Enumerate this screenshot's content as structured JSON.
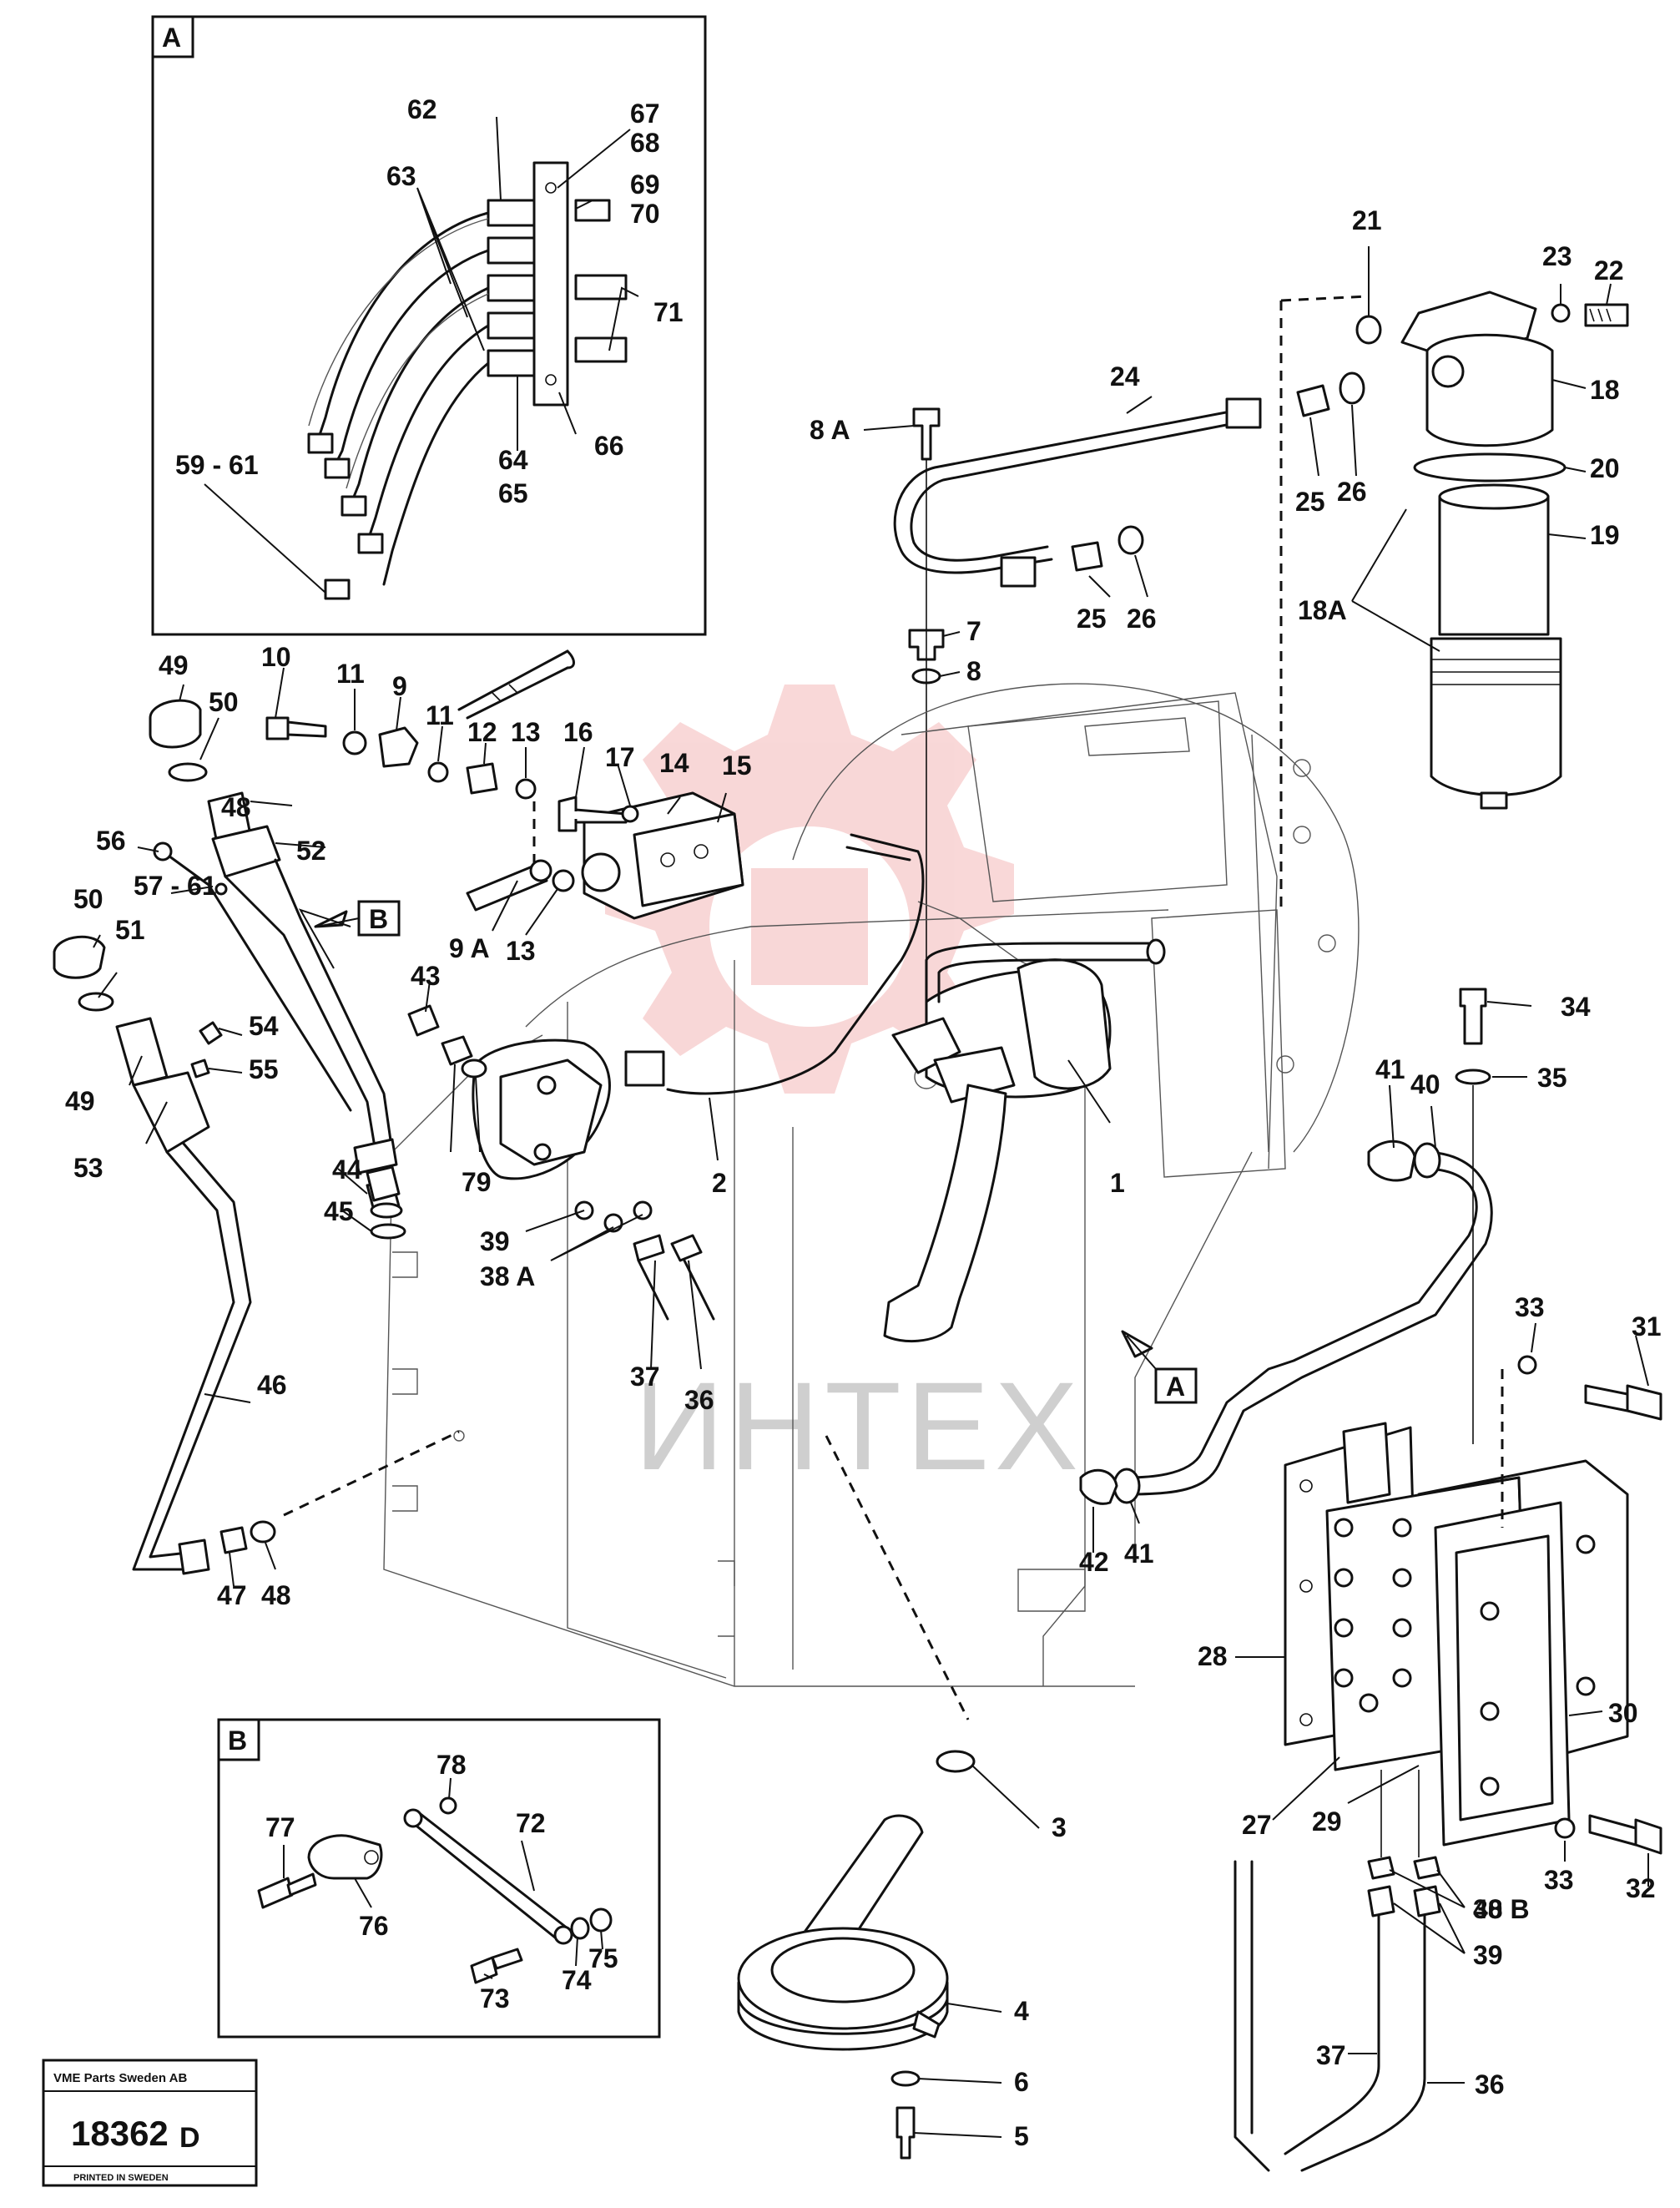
{
  "watermark": {
    "text": "ИНТЕХ",
    "color": "#d9d9d9",
    "logo_color": "#f4b8b8"
  },
  "stamp": {
    "company": "VME Parts Sweden AB",
    "number": "18362",
    "suffix": "D",
    "footer": "PRINTED IN SWEDEN"
  },
  "detail_boxes": [
    {
      "letter": "A"
    },
    {
      "letter": "B"
    }
  ],
  "view_tags": [
    "B",
    "A"
  ],
  "callouts": [
    "1",
    "2",
    "3",
    "4",
    "5",
    "6",
    "7",
    "8",
    "8 A",
    "9",
    "9 A",
    "10",
    "11",
    "11",
    "12",
    "13",
    "13",
    "14",
    "15",
    "16",
    "17",
    "18",
    "18A",
    "19",
    "20",
    "21",
    "22",
    "23",
    "24",
    "25",
    "25",
    "26",
    "26",
    "27",
    "28",
    "29",
    "30",
    "31",
    "32",
    "33",
    "33",
    "34",
    "35",
    "36",
    "36",
    "37",
    "37",
    "38 A",
    "38 B",
    "39",
    "39",
    "40",
    "40",
    "41",
    "41",
    "42",
    "43",
    "44",
    "45",
    "46",
    "47",
    "48",
    "48",
    "49",
    "49",
    "50",
    "50",
    "51",
    "52",
    "53",
    "54",
    "55",
    "56",
    "57 - 61",
    "59 - 61",
    "62",
    "63",
    "64",
    "65",
    "66",
    "67",
    "68",
    "69",
    "70",
    "71",
    "72",
    "73",
    "74",
    "75",
    "76",
    "77",
    "78",
    "79"
  ]
}
